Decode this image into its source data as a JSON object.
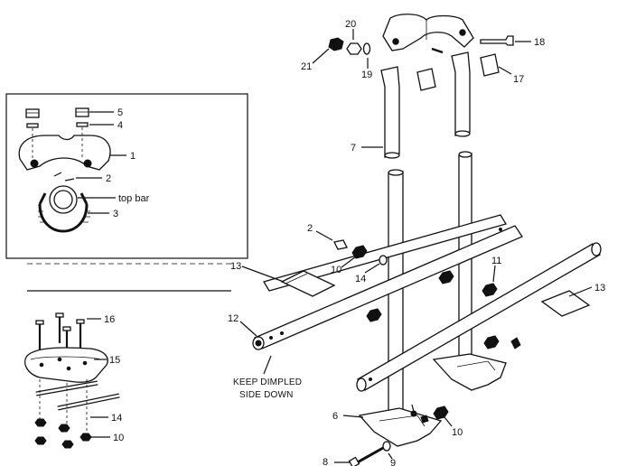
{
  "diagram": {
    "callouts": {
      "inset_1": "1",
      "inset_2": "2",
      "inset_3": "3",
      "inset_4": "4",
      "inset_5": "5",
      "inset_top_bar": "top bar",
      "c2": "2",
      "c6": "6",
      "c7": "7",
      "c8": "8",
      "c9": "9",
      "c10a": "10",
      "c10b": "10",
      "c10c": "10",
      "c11": "11",
      "c12": "12",
      "c13a": "13",
      "c13b": "13",
      "c14a": "14",
      "c14b": "14",
      "c15": "15",
      "c16": "16",
      "c17": "17",
      "c18": "18",
      "c19": "19",
      "c20": "20",
      "c21": "21"
    },
    "note_line1": "KEEP DIMPLED",
    "note_line2": "SIDE DOWN"
  }
}
